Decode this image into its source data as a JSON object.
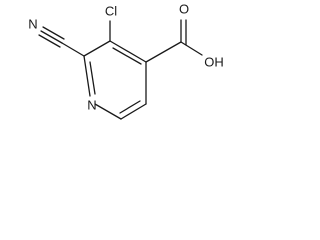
{
  "molecule": {
    "atoms": {
      "ring_nitrogen": "N",
      "nitrile_nitrogen": "N",
      "chlorine": "Cl",
      "carbonyl_oxygen": "O",
      "hydroxyl": "OH"
    }
  }
}
